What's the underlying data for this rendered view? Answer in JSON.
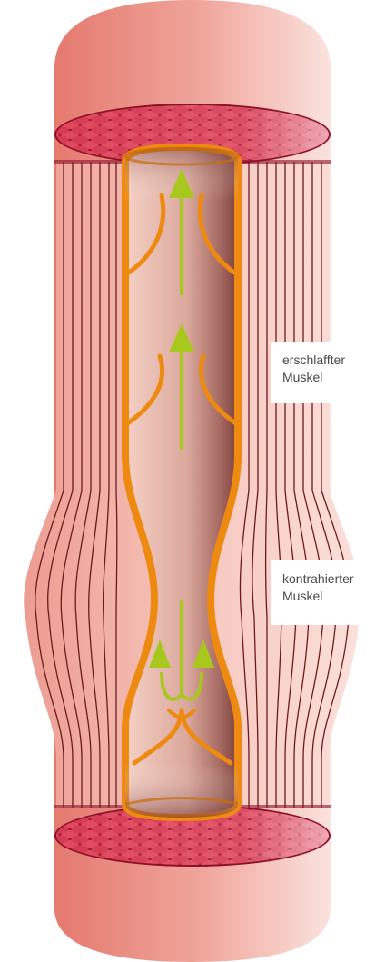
{
  "labels": {
    "relaxed": {
      "line1": "erschlaffter",
      "line2": "Muskel"
    },
    "contracted": {
      "line1": "kontrahierter",
      "line2": "Muskel"
    }
  },
  "colors": {
    "skin_outer": "#e98b80",
    "skin_light": "#f8d6cf",
    "muscle": "#f2b4aa",
    "muscle_line": "#6b1a1a",
    "tissue_red": "#c8283c",
    "vein_wall": "#f08a12",
    "vein_inner_light": "#f6d3c9",
    "vein_inner_dark": "#8a4a45",
    "arrow": "#a9c81e"
  },
  "icons": [
    "vein-valve-icon",
    "blood-flow-arrow-icon"
  ]
}
